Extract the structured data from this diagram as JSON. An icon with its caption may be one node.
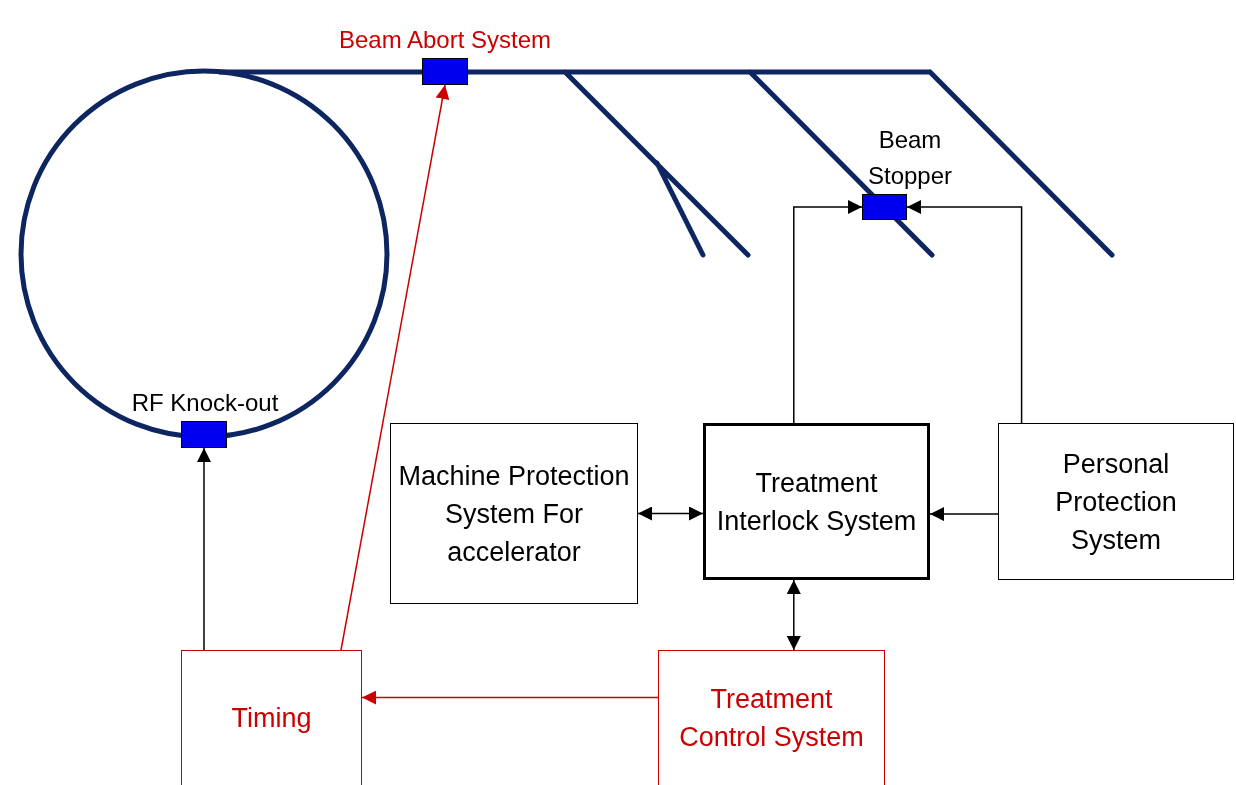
{
  "diagram": {
    "nodes": [
      {
        "text": [
          "Beam Abort System"
        ]
      },
      {
        "text": [
          "Beam Stopper"
        ]
      },
      {
        "text": [
          "RF Knock-out"
        ]
      },
      {
        "text": [
          "Machine Protection System For accelerator"
        ]
      },
      {
        "text": [
          "Treatment Interlock System"
        ]
      },
      {
        "text": [
          "Personal Protection System"
        ]
      },
      {
        "text": [
          "Timing"
        ]
      },
      {
        "text": [
          "Treatment Control System"
        ]
      }
    ],
    "edges": [
      {
        "from": 6,
        "to": 2,
        "arrow": "to"
      },
      {
        "from": 6,
        "to": 0,
        "arrow": "to",
        "color": "#cc0000"
      },
      {
        "from": 4,
        "to": 1,
        "arrow": "to"
      },
      {
        "from": 5,
        "to": 1,
        "arrow": "to"
      },
      {
        "from": 3,
        "to": 4,
        "arrow": "both"
      },
      {
        "from": 5,
        "to": 4,
        "arrow": "to"
      },
      {
        "from": 4,
        "to": 7,
        "arrow": "both"
      },
      {
        "from": 7,
        "to": 6,
        "arrow": "to",
        "color": "#cc0000"
      }
    ]
  }
}
